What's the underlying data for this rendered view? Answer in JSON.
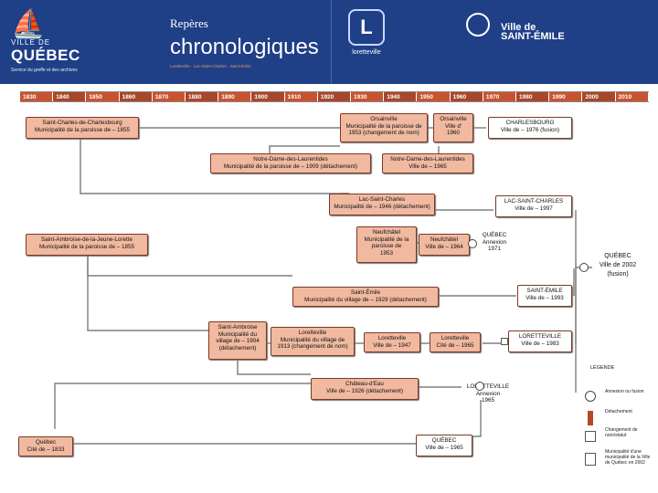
{
  "header": {
    "quebec_logo": {
      "ville": "VILLE DE",
      "name": "QUÉBEC",
      "tagline": "Service du greffe et des archives"
    },
    "title_small": "Repères",
    "title_large": "chronologiques",
    "subtitle": "Loretteville - Lac-Saint-Charles - Saint-Émile",
    "loretteville_logo": "loretteville",
    "saint_emile_logo": {
      "line1": "Ville de",
      "line2": "SAINT-ÉMILE"
    }
  },
  "timeline": [
    "1830",
    "1840",
    "1850",
    "1860",
    "1870",
    "1880",
    "1890",
    "1900",
    "1910",
    "1920",
    "1930",
    "1940",
    "1950",
    "1960",
    "1970",
    "1980",
    "1990",
    "2000",
    "2010"
  ],
  "boxes": {
    "st_charles": {
      "l1": "Saint-Charles-de-Charlesbourg",
      "l2": "Municipalité de la paroisse de – 1855"
    },
    "orsainville_par": {
      "l1": "Orsainville",
      "l2": "Municipalité de la paroisse de",
      "l3": "1953 (changement de nom)"
    },
    "orsainville_ville": {
      "l1": "Orsainville",
      "l2": "Ville d'",
      "l3": "1960"
    },
    "charlesbourg": {
      "l1": "CHARLESBOURG",
      "l2": "Ville de – 1976 (fusion)"
    },
    "ndl_par": {
      "l1": "Notre-Dame-des-Laurentides",
      "l2": "Municipalité de la paroisse de – 1909 (détachement)"
    },
    "ndl_ville": {
      "l1": "Notre-Dame-des-Laurentides",
      "l2": "Ville de – 1965"
    },
    "lac_st_charles": {
      "l1": "Lac-Saint-Charles",
      "l2": "Municipalité de – 1946 (détachement)"
    },
    "lac_st_charles_ville": {
      "l1": "LAC-SAINT-CHARLES",
      "l2": "Ville de – 1997"
    },
    "st_ambroise": {
      "l1": "Saint-Ambroise-de-la-Jeune-Lorette",
      "l2": "Municipalité de la paroisse de – 1855"
    },
    "neufchatel_par": {
      "l1": "Neufchâtel",
      "l2": "Municipalité de la",
      "l3": "paroisse de",
      "l4": "1953"
    },
    "neufchatel_ville": {
      "l1": "Neufchâtel",
      "l2": "Ville de – 1964"
    },
    "quebec_annexion": {
      "l1": "QUÉBEC",
      "l2": "Annexion",
      "l3": "1971"
    },
    "quebec_2002": {
      "l1": "QUÉBEC",
      "l2": "Ville de 2002",
      "l3": "(fusion)"
    },
    "st_emile": {
      "l1": "Saint-Émile",
      "l2": "Municipalité du village de – 1929 (détachement)"
    },
    "st_emile_ville": {
      "l1": "SAINT-ÉMILE",
      "l2": "Ville de – 1993"
    },
    "st_ambroise_vil": {
      "l1": "Saint-Ambroise",
      "l2": "Municipalité du",
      "l3": "village de – 1904",
      "l4": "(détachement)"
    },
    "loretteville_vil": {
      "l1": "Loretteville",
      "l2": "Municipalité du village de",
      "l3": "1913 (changement de nom)"
    },
    "loretteville_1947": {
      "l1": "Loretteville",
      "l2": "Ville de – 1947"
    },
    "loretteville_cite": {
      "l1": "Loretteville",
      "l2": "Cité de – 1965"
    },
    "loretteville_1983": {
      "l1": "LORETTEVILLE",
      "l2": "Ville de – 1983"
    },
    "chateau_deau": {
      "l1": "Château-d'Eau",
      "l2": "Ville de – 1926 (détachement)"
    },
    "loretteville_annex": {
      "l1": "LORETTEVILLE",
      "l2": "Annexion",
      "l3": "1965"
    },
    "quebec_1833": {
      "l1": "Québec",
      "l2": "Cité de – 1833"
    },
    "quebec_1965": {
      "l1": "QUÉBEC",
      "l2": "Ville de – 1965"
    }
  },
  "legend": {
    "title": "LÉGENDE",
    "items": [
      {
        "icon": "circle-icon",
        "text": "Annexion ou fusion"
      },
      {
        "icon": "bar-icon",
        "text": "Détachement"
      },
      {
        "icon": "square-icon",
        "text": "Changement de nom/statut"
      },
      {
        "icon": "swatch-icon",
        "text": "Municipalité d'une municipalité de la Ville de Québec en 2002"
      }
    ]
  },
  "colors": {
    "header_bg": "#1f3f87",
    "box_fill": "#f0b9a0",
    "box_border": "#7a3a26",
    "timeline_bar": "#b04a2a",
    "line": "#666666"
  }
}
